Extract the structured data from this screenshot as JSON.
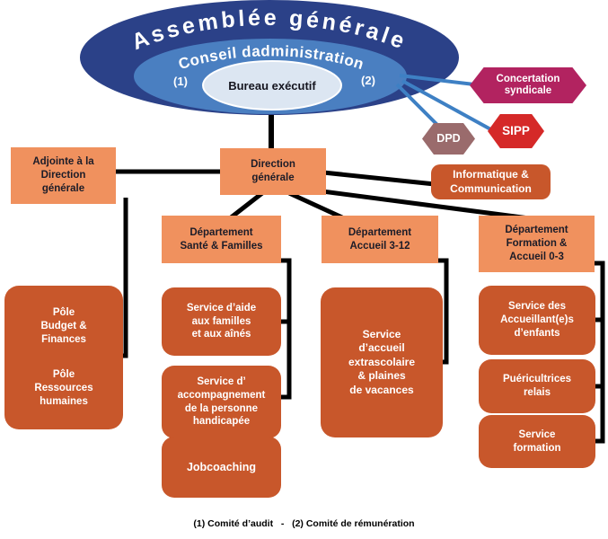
{
  "governance": {
    "assemblee": "Assemblée générale",
    "conseil": "Conseil dadministration",
    "bureau": "Bureau exécutif",
    "note1_marker": "(1)",
    "note2_marker": "(2)"
  },
  "satellites": {
    "concertation": "Concertation\nsyndicale",
    "sipp": "SIPP",
    "dpd": "DPD"
  },
  "direction": {
    "adjointe": "Adjointe à la\nDirection\ngénérale",
    "direction_generale": "Direction\ngénérale",
    "informatique": "Informatique &\nCommunication"
  },
  "departments": {
    "sante_familles": "Département\nSanté & Familles",
    "accueil_3_12": "Département\nAccueil 3-12",
    "formation_accueil_0_3": "Département\nFormation &\nAccueil 0-3"
  },
  "services": {
    "pole_budget": "Pôle\nBudget &\nFinances",
    "pole_rh": "Pôle\nRessources\nhumaines",
    "aide_familles": "Service d’aide\naux familles\net aux aînés",
    "accompagnement": "Service  d’\naccompagnement\nde la personne\nhandicapée",
    "jobcoaching": "Jobcoaching",
    "extrascolaire": "Service\nd’accueil\nextrascolaire\n& plaines\nde vacances",
    "accueillants": "Service des\nAccueillant(e)s\nd’enfants",
    "puericultrices": "Puéricultrices\nrelais",
    "service_formation": "Service\nformation"
  },
  "footer": {
    "legend": "(1) Comité d’audit   -   (2) Comité de rémunération"
  },
  "colors": {
    "salmon_box": "#F0915E",
    "dark_orange_box": "#C8572B",
    "outer_ellipse_navy": "#2B4188",
    "middle_ellipse_blue": "#4A7FC1",
    "inner_ellipse_pale": "#DCE6F2",
    "concertation_magenta": "#B22360",
    "sipp_red": "#D52928",
    "dpd_mauve": "#9A6B6C",
    "connector_black": "#000000",
    "connector_blue": "#3E80C4"
  }
}
